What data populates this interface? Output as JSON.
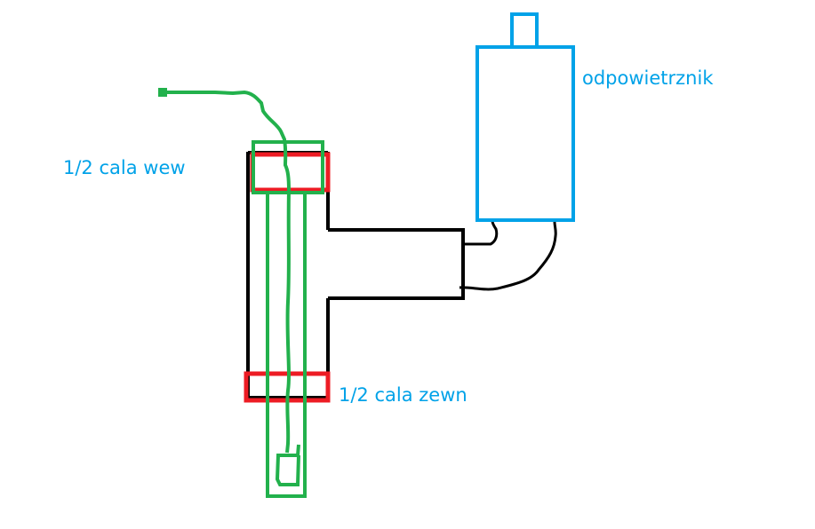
{
  "labels": {
    "internal_thread": "1/2 cala wew",
    "external_thread": "1/2 cala zewn",
    "air_vent": "odpowietrznik"
  },
  "colors": {
    "pipe": "#000000",
    "thread": "#ed1c24",
    "probe": "#22b14c",
    "vent": "#00a2e8",
    "text": "#00a2e8"
  }
}
